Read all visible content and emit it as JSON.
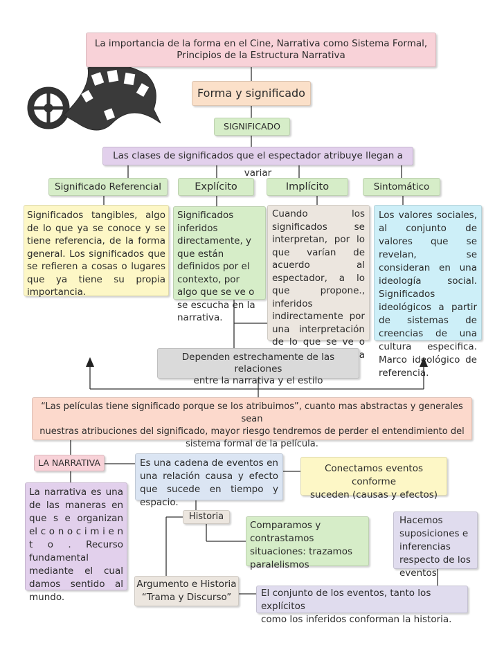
{
  "title_box": {
    "line1": "La importancia de la forma en el Cine, Narrativa como Sistema Formal,",
    "line2": "Principios de la Estructura Narrativa"
  },
  "forma": "Forma y significado",
  "significado": "SIGNIFICADO",
  "clases": "Las clases de  significados que el espectador atribuye llegan a variar",
  "types": {
    "referencial": {
      "label": "Significado Referencial",
      "desc": "Significados tangibles, algo de lo que ya se conoce y se tiene referencia, de la forma general. Los significados que se refieren a cosas o lugares que ya tiene su propia importancia."
    },
    "explicito": {
      "label": "Explícito",
      "desc": "Significados inferidos directamente, y que están definidos por el contexto, por algo que se ve o se escucha en la narrativa."
    },
    "implicito": {
      "label": "Implícito",
      "desc": "Cuando los significados se interpretan, por lo que varían de acuerdo al espectador, a lo que propone., inferidos indirectamente por una interpretación de lo que se ve o se escucha en la narrativa."
    },
    "sintomatico": {
      "label": "Sintomático",
      "desc": "Los valores sociales, al conjunto de valores que se revelan, se consideran en una ideología social. Significados ideológicos a partir de sistemas de creencias de una cultura especifica. Marco ideológico de referencia."
    }
  },
  "dependen": {
    "line1": "Dependen estrechamente de las relaciones",
    "line2": "entre la narrativa y el estilo"
  },
  "quote": {
    "line1": "“Las películas tiene significado porque se los atribuimos”, cuanto mas abstractas y generales sean",
    "line2": "nuestras atribuciones del significado, mayor riesgo tendremos de perder el entendimiento del",
    "line3": "sistema formal de la película."
  },
  "narrativa": {
    "label": "LA NARRATIVA",
    "desc": "La narrativa es una de las maneras en que s e organizan el c o n o c i m i e n t o . Recurso fundamental mediante el cual damos sentido al mundo."
  },
  "cadena": "Es una cadena de eventos en una relación causa y efecto que sucede en tiempo y espacio.",
  "conectamos": {
    "line1": "Conectamos eventos conforme",
    "line2": "suceden (causas y efectos)"
  },
  "historia": "Historia",
  "comparamos": "Comparamos y contrastamos situaciones: trazamos paralelismos",
  "hacemos": "Hacemos suposiciones e inferencias respecto de los eventos",
  "argumento": {
    "line1": "Argumento e Historia",
    "line2": "“Trama y Discurso”"
  },
  "conjunto": {
    "line1": "El conjunto de los eventos, tanto los explícitos",
    "line2": "como los inferidos conforman la historia."
  }
}
